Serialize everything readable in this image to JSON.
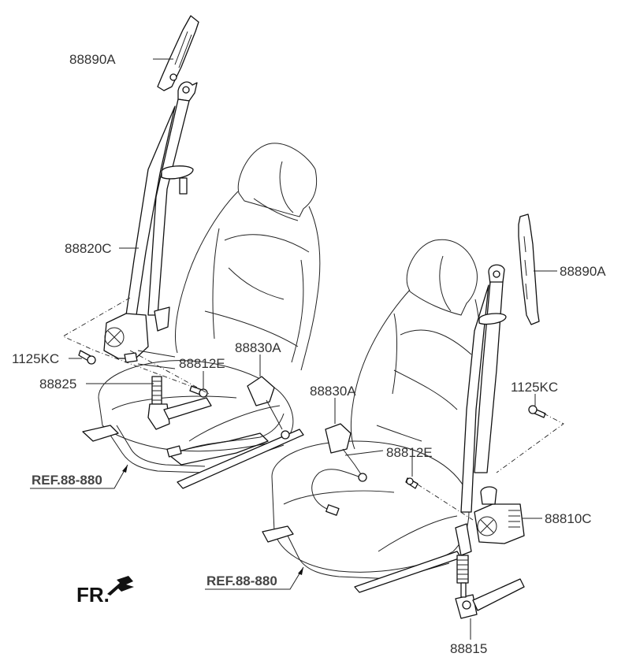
{
  "diagram": {
    "title": "Front Seat Belt Assembly",
    "labels": {
      "anchor_top_left": "88890A",
      "belt_left": "88820C",
      "bolt_left": "1125KC",
      "bolt_inner_left": "88812E",
      "pretensioner_left": "88825",
      "buckle_left": "88830A",
      "buckle_right": "88830A",
      "bolt_inner_right": "88812E",
      "anchor_right": "88890A",
      "bolt_right": "1125KC",
      "retractor_right": "88810C",
      "pretensioner_right": "88815"
    },
    "references": {
      "seat_left": "REF.88-880",
      "seat_right": "REF.88-880"
    },
    "direction": {
      "label": "FR.",
      "icon": "arrow-down-left-icon"
    },
    "colors": {
      "line": "#222222",
      "text": "#333333",
      "background": "#ffffff"
    }
  }
}
